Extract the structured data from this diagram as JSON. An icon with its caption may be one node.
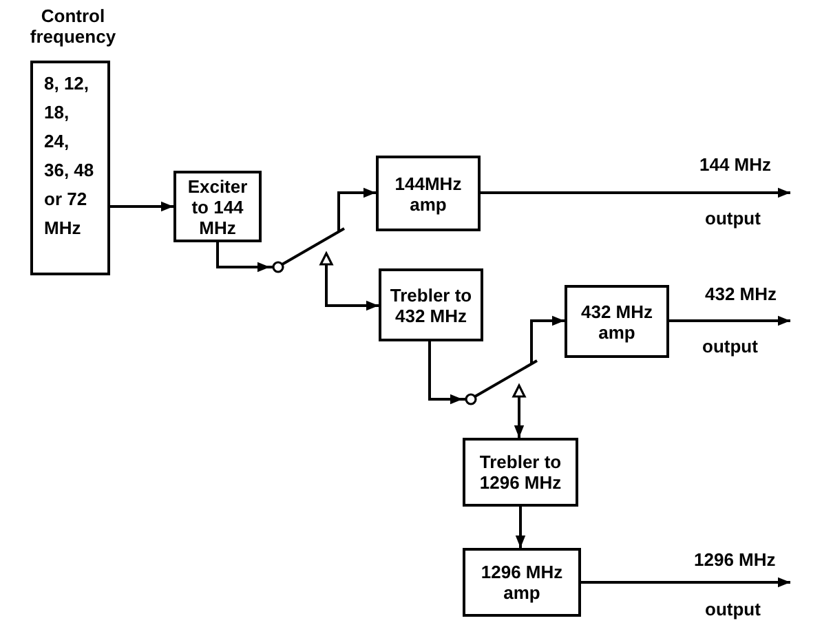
{
  "diagram": {
    "nodes": [
      {
        "text": [
          "Control frequency",
          "8, 12, 18, 24, 36, 48 or 72 MHz"
        ]
      },
      {
        "text": [
          "Exciter to 144 MHz"
        ]
      },
      {
        "text": [],
        "shape": "switch"
      },
      {
        "text": [
          "144MHz amp"
        ]
      },
      {
        "text": [
          "Trebler to 432 MHz"
        ]
      },
      {
        "text": [],
        "shape": "switch"
      },
      {
        "text": [
          "432 MHz amp"
        ]
      },
      {
        "text": [
          "Trebler to 1296 MHz"
        ]
      },
      {
        "text": [
          "1296 MHz amp"
        ]
      }
    ],
    "edges": [
      {
        "from": 0,
        "to": 1,
        "arrow": "to"
      },
      {
        "from": 1,
        "to": 2,
        "arrow": "to"
      },
      {
        "from": 2,
        "to": 3,
        "arrow": "to"
      },
      {
        "from": 2,
        "to": 4,
        "arrow": "to"
      },
      {
        "from": 4,
        "to": 5,
        "arrow": "to"
      },
      {
        "from": 5,
        "to": 6,
        "arrow": "to"
      },
      {
        "from": 5,
        "to": 7,
        "arrow": "to"
      },
      {
        "from": 7,
        "to": 8,
        "arrow": "to"
      },
      {
        "from": 3,
        "to": null,
        "arrow": "to",
        "label": "144 MHz"
      },
      {
        "from": 6,
        "to": null,
        "arrow": "to",
        "label": "432 MHz"
      },
      {
        "from": 8,
        "to": null,
        "arrow": "to",
        "label": "1296 MHz"
      }
    ],
    "labels": [
      "output",
      "output",
      "output"
    ]
  }
}
